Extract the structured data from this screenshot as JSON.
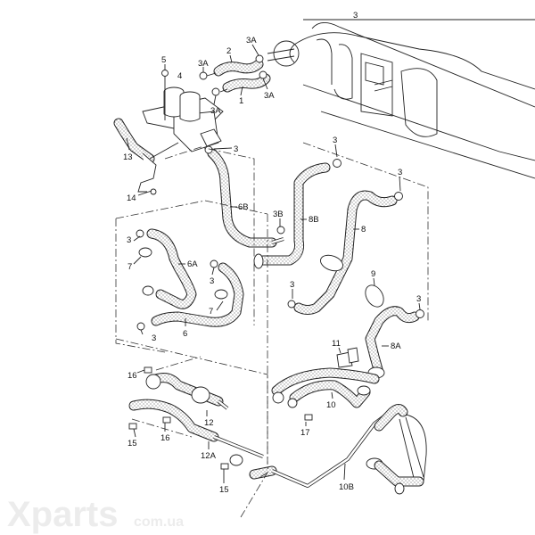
{
  "diagram": {
    "title": "Heater hose / coolant pipe exploded parts diagram",
    "watermark": {
      "brand": "Xparts",
      "domain": "com.ua"
    },
    "labels": [
      {
        "id": "l-5",
        "text": "5"
      },
      {
        "id": "l-4",
        "text": "4"
      },
      {
        "id": "l-3a-1",
        "text": "3A"
      },
      {
        "id": "l-2",
        "text": "2"
      },
      {
        "id": "l-3a-2",
        "text": "3A"
      },
      {
        "id": "l-3a-3",
        "text": "3A"
      },
      {
        "id": "l-1",
        "text": "1"
      },
      {
        "id": "l-3a-4",
        "text": "3A"
      },
      {
        "id": "l-13",
        "text": "13"
      },
      {
        "id": "l-3-a",
        "text": "3"
      },
      {
        "id": "l-14",
        "text": "14"
      },
      {
        "id": "l-6b",
        "text": "6B"
      },
      {
        "id": "l-3-b",
        "text": "3"
      },
      {
        "id": "l-3-c",
        "text": "3"
      },
      {
        "id": "l-3b",
        "text": "3B"
      },
      {
        "id": "l-8b",
        "text": "8B"
      },
      {
        "id": "l-8",
        "text": "8"
      },
      {
        "id": "l-3-d",
        "text": "3"
      },
      {
        "id": "l-7-a",
        "text": "7"
      },
      {
        "id": "l-6a",
        "text": "6A"
      },
      {
        "id": "l-3-e",
        "text": "3"
      },
      {
        "id": "l-7-b",
        "text": "7"
      },
      {
        "id": "l-3-f",
        "text": "3"
      },
      {
        "id": "l-6",
        "text": "6"
      },
      {
        "id": "l-3-g",
        "text": "3"
      },
      {
        "id": "l-9",
        "text": "9"
      },
      {
        "id": "l-3-h",
        "text": "3"
      },
      {
        "id": "l-8a",
        "text": "8A"
      },
      {
        "id": "l-11",
        "text": "11"
      },
      {
        "id": "l-10",
        "text": "10"
      },
      {
        "id": "l-17",
        "text": "17"
      },
      {
        "id": "l-16-a",
        "text": "16"
      },
      {
        "id": "l-12",
        "text": "12"
      },
      {
        "id": "l-16-b",
        "text": "16"
      },
      {
        "id": "l-15-a",
        "text": "15"
      },
      {
        "id": "l-12a",
        "text": "12A"
      },
      {
        "id": "l-15-b",
        "text": "15"
      },
      {
        "id": "l-10b",
        "text": "10B"
      },
      {
        "id": "l-3-i",
        "text": "3"
      }
    ]
  },
  "colors": {
    "line": "#222222",
    "background": "#ffffff",
    "watermark": "#f1f1f1"
  }
}
